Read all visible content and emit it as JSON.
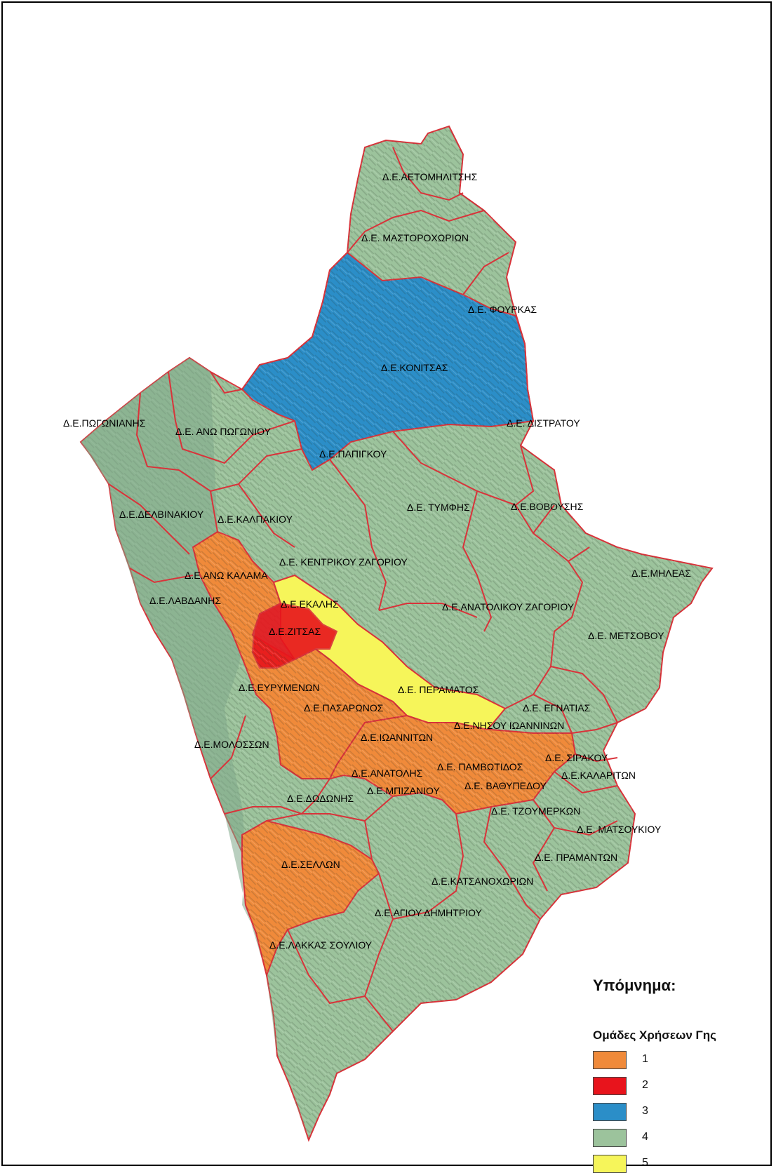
{
  "legend": {
    "title": "Υπόμνημα:",
    "subtitle": "Ομάδες Χρήσεων Γης",
    "items": [
      {
        "label": "1",
        "color": "#f08a3a"
      },
      {
        "label": "2",
        "color": "#e8141c"
      },
      {
        "label": "3",
        "color": "#2b8ec8"
      },
      {
        "label": "4",
        "color": "#9cc39c"
      },
      {
        "label": "5",
        "color": "#f6f55a"
      }
    ]
  },
  "boundary_color": "#d9333a",
  "regions": [
    {
      "id": "aetomilitsis",
      "label": "Δ.Ε.ΑΕΤΟΜΗΛΙΤΣΗΣ",
      "group": 4
    },
    {
      "id": "mastorochorion",
      "label": "Δ.Ε. ΜΑΣΤΟΡΟΧΩΡΙΩΝ",
      "group": 4
    },
    {
      "id": "fourkas",
      "label": "Δ.Ε. ΦΟΥΡΚΑΣ",
      "group": 4
    },
    {
      "id": "konitsas",
      "label": "Δ.Ε.ΚΟΝΙΤΣΑΣ",
      "group": 3
    },
    {
      "id": "distratou",
      "label": "Δ.Ε. ΔΙΣΤΡΑΤΟΥ",
      "group": 4
    },
    {
      "id": "pogonianis",
      "label": "Δ.Ε.ΠΩΓΩΝΙΑΝΗΣ",
      "group": 4
    },
    {
      "id": "ano-pogoniou",
      "label": "Δ.Ε. ΑΝΩ ΠΩΓΩΝΙΟΥ",
      "group": 4
    },
    {
      "id": "papigkou",
      "label": "Δ.Ε.ΠΑΠΙΓΚΟΥ",
      "group": 4
    },
    {
      "id": "delvinakiou",
      "label": "Δ.Ε.ΔΕΛΒΙΝΑΚΙΟΥ",
      "group": 4
    },
    {
      "id": "kalpakiou",
      "label": "Δ.Ε.ΚΑΛΠΑΚΙΟΥ",
      "group": 4
    },
    {
      "id": "tymfis",
      "label": "Δ.Ε. ΤΥΜΦΗΣ",
      "group": 4
    },
    {
      "id": "vovousis",
      "label": "Δ.Ε.ΒΟΒΟΥΣΗΣ",
      "group": 4
    },
    {
      "id": "kentrikou-zagoriou",
      "label": "Δ.Ε. ΚΕΝΤΡΙΚΟΥ ΖΑΓΟΡΙΟΥ",
      "group": 4
    },
    {
      "id": "mileas",
      "label": "Δ.Ε.ΜΗΛΕΑΣ",
      "group": 4
    },
    {
      "id": "ano-kalama",
      "label": "Δ.Ε.ΑΝΩ ΚΑΛΑΜΑ",
      "group": 1
    },
    {
      "id": "lavdanis",
      "label": "Δ.Ε.ΛΑΒΔΑΝΗΣ",
      "group": 4
    },
    {
      "id": "ekalis",
      "label": "Δ.Ε.ΕΚΑΛΗΣ",
      "group": 5
    },
    {
      "id": "anatolikou-zagoriou",
      "label": "Δ.Ε.ΑΝΑΤΟΛΙΚΟΥ ΖΑΓΟΡΙΟΥ",
      "group": 4
    },
    {
      "id": "zitsas",
      "label": "Δ.Ε.ΖΙΤΣΑΣ",
      "group": 2
    },
    {
      "id": "metsovou",
      "label": "Δ.Ε. ΜΕΤΣΟΒΟΥ",
      "group": 4
    },
    {
      "id": "evrymenon",
      "label": "Δ.Ε.ΕΥΡΥΜΕΝΩΝ",
      "group": 1
    },
    {
      "id": "peramatos",
      "label": "Δ.Ε. ΠΕΡΑΜΑΤΟΣ",
      "group": 5
    },
    {
      "id": "pasaronos",
      "label": "Δ.Ε.ΠΑΣΑΡΩΝΟΣ",
      "group": 1
    },
    {
      "id": "egnatias",
      "label": "Δ.Ε. ΕΓΝΑΤΙΑΣ",
      "group": 4
    },
    {
      "id": "nisou-ioanninon",
      "label": "Δ.Ε.ΝΗΣΟΥ ΙΩΑΝΝΙΝΩΝ",
      "group": 5
    },
    {
      "id": "molosson",
      "label": "Δ.Ε.ΜΟΛΟΣΣΩΝ",
      "group": 4
    },
    {
      "id": "ioanniton",
      "label": "Δ.Ε.ΙΩΑΝΝΙΤΩΝ",
      "group": 1
    },
    {
      "id": "sirakou",
      "label": "Δ.Ε. ΣΙΡΑΚΟΥ",
      "group": 4
    },
    {
      "id": "anatolis",
      "label": "Δ.Ε.ΑΝΑΤΟΛΗΣ",
      "group": 1
    },
    {
      "id": "pamvotidos",
      "label": "Δ.Ε. ΠΑΜΒΩΤΙΔΟΣ",
      "group": 1
    },
    {
      "id": "kalariton",
      "label": "Δ.Ε.ΚΑΛΑΡΙΤΩΝ",
      "group": 4
    },
    {
      "id": "vathypedou",
      "label": "Δ.Ε. ΒΑΘΥΠΕΔΟΥ",
      "group": 1
    },
    {
      "id": "dodonis",
      "label": "Δ.Ε.ΔΩΔΩΝΗΣ",
      "group": 4
    },
    {
      "id": "mpizaniou",
      "label": "Δ.Ε.ΜΠΙΖΑΝΙΟΥ",
      "group": 4
    },
    {
      "id": "tzoumerkon",
      "label": "Δ.Ε. ΤΖΟΥΜΕΡΚΩΝ",
      "group": 4
    },
    {
      "id": "matsoukiou",
      "label": "Δ.Ε. ΜΑΤΣΟΥΚΙΟΥ",
      "group": 4
    },
    {
      "id": "pramanton",
      "label": "Δ.Ε. ΠΡΑΜΑΝΤΩΝ",
      "group": 4
    },
    {
      "id": "sellon",
      "label": "Δ.Ε.ΣΕΛΛΩΝ",
      "group": 1
    },
    {
      "id": "katsanochorion",
      "label": "Δ.Ε.ΚΑΤΣΑΝΟΧΩΡΙΩΝ",
      "group": 4
    },
    {
      "id": "agiou-dimitriou",
      "label": "Δ.Ε.ΑΓΙΟΥ ΔΗΜΗΤΡΙΟΥ",
      "group": 4
    },
    {
      "id": "lakkas-souliou",
      "label": "Δ.Ε.ΛΑΚΚΑΣ ΣΟΥΛΙΟΥ",
      "group": 4
    }
  ]
}
